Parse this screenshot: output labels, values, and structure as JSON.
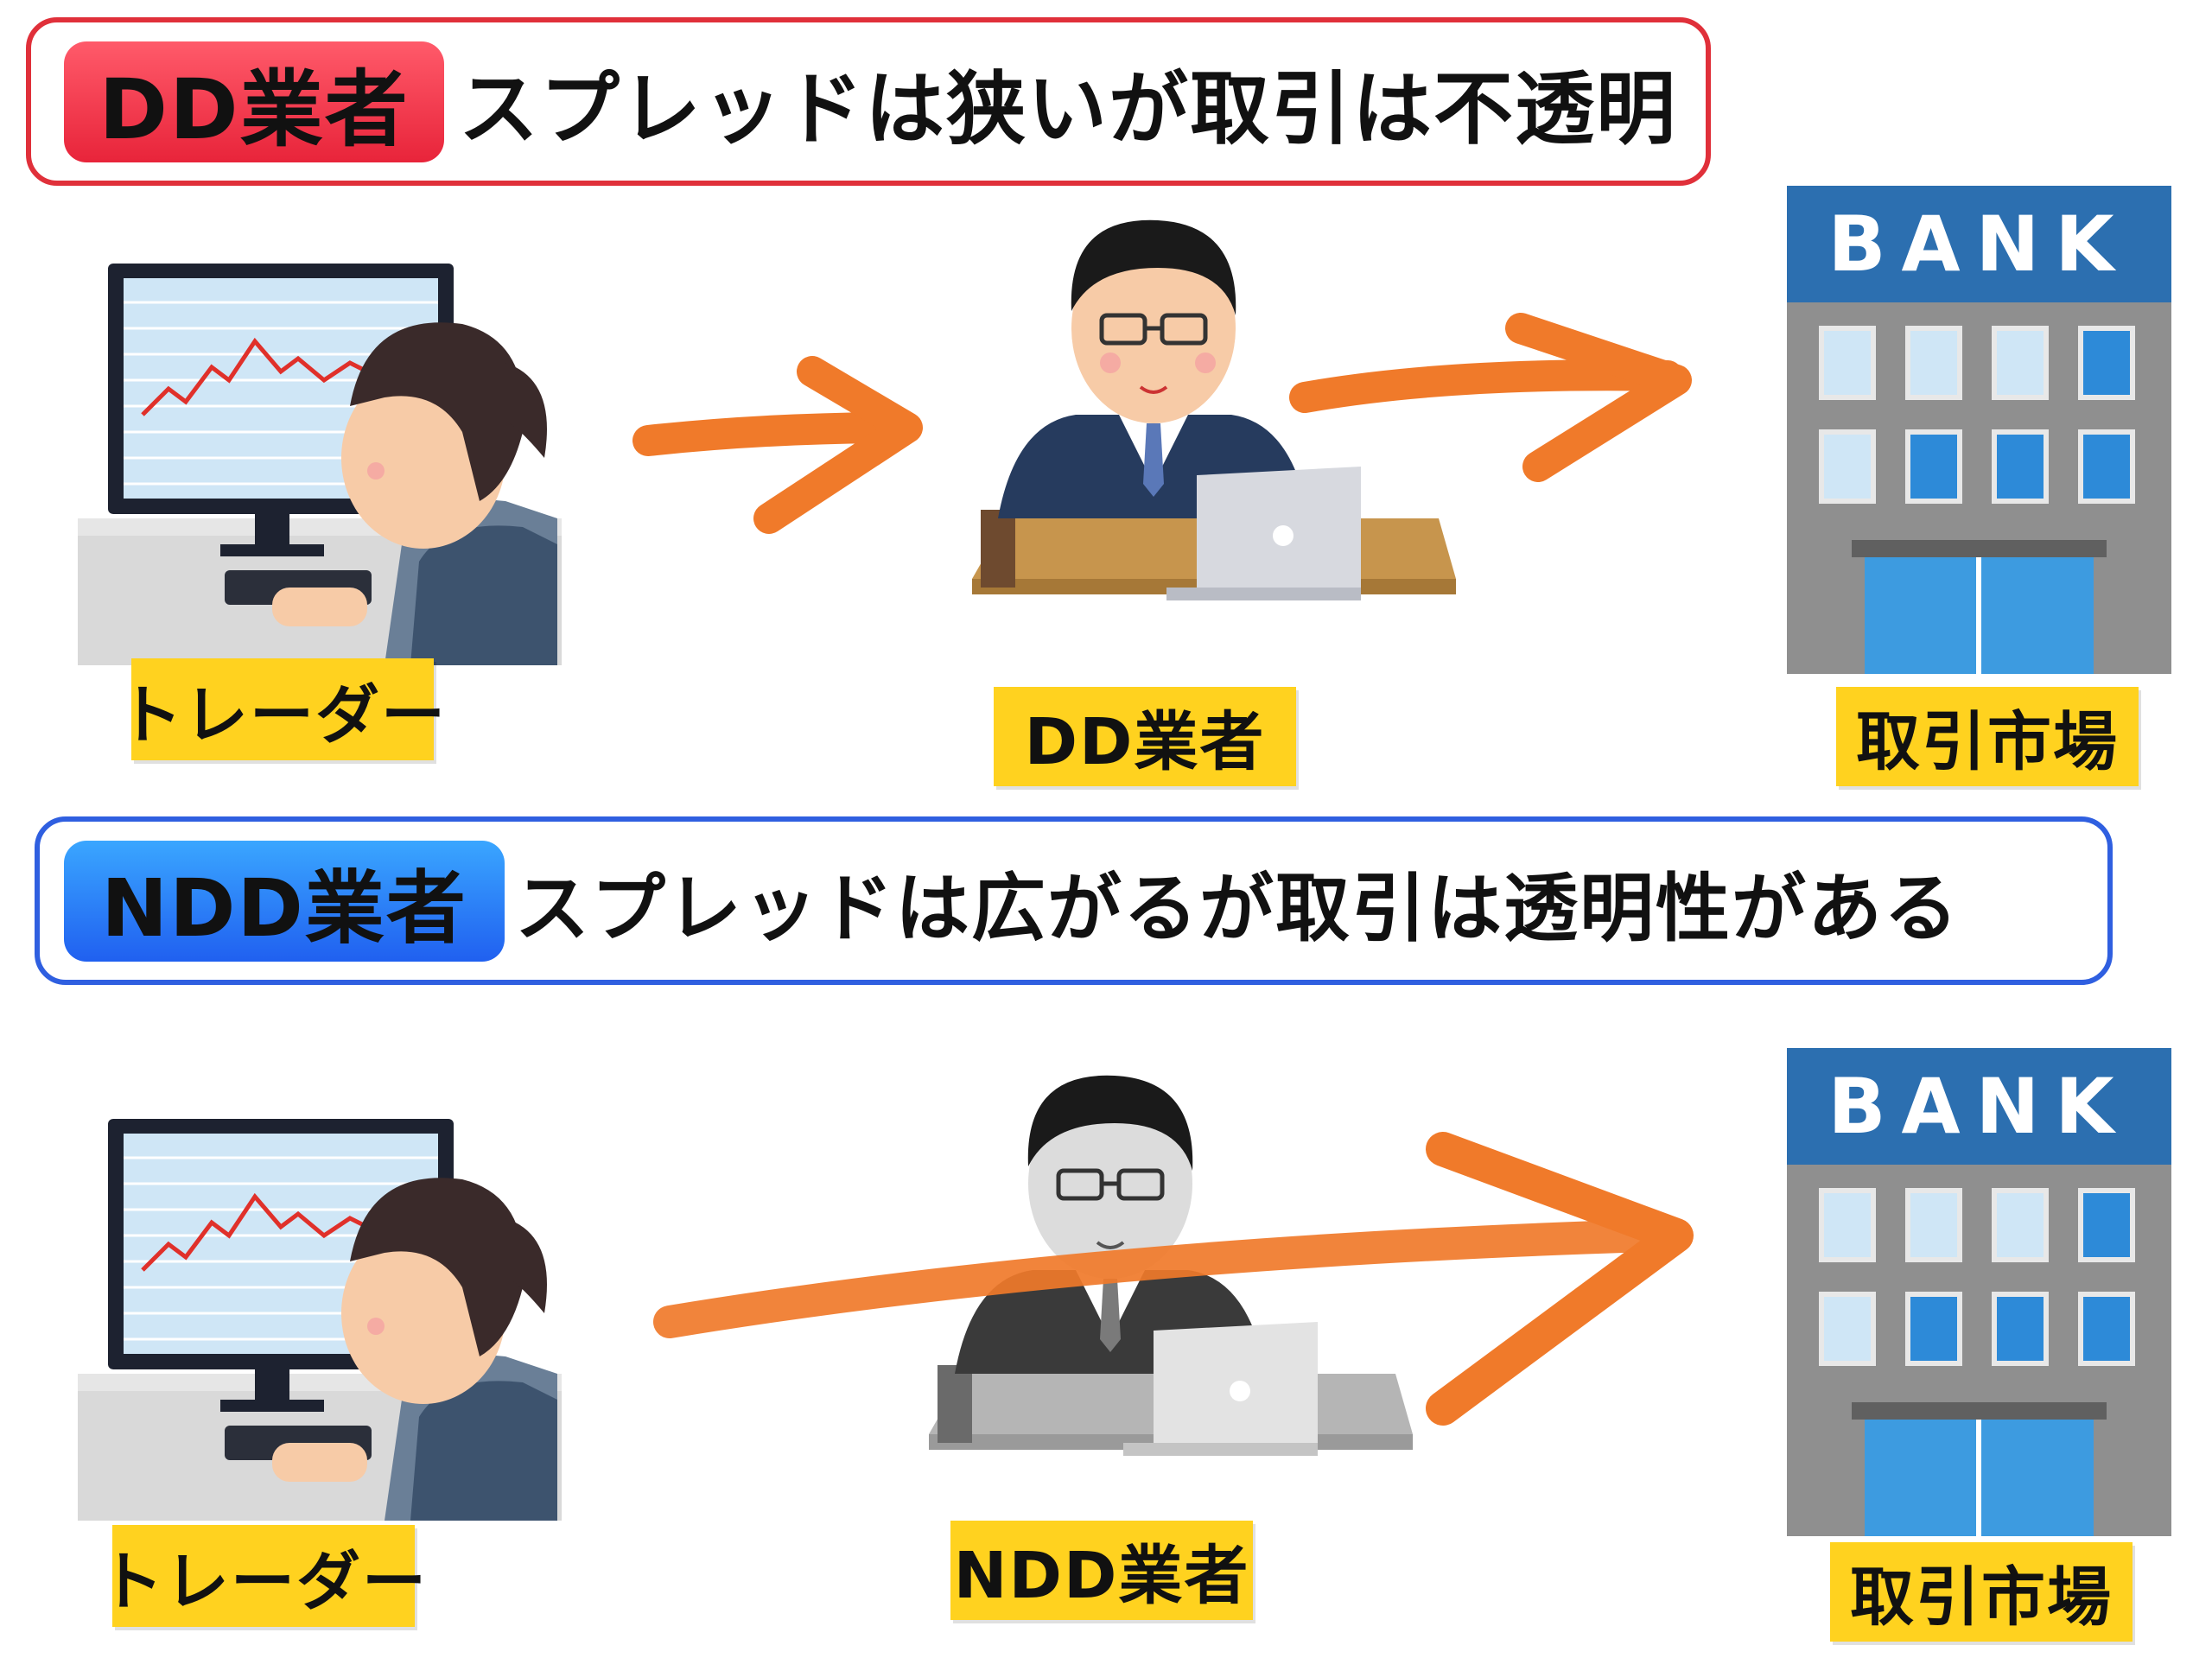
{
  "dd_section": {
    "badge": "DD業者",
    "headline": "スプレッドは狭いが取引は不透明",
    "labels": {
      "trader": "トレーダー",
      "dealer": "DD業者",
      "market": "取引市場"
    }
  },
  "ndd_section": {
    "badge": "NDD業者",
    "headline": "スプレッドは広がるが取引は透明性がある",
    "labels": {
      "trader": "トレーダー",
      "dealer": "NDD業者",
      "market": "取引市場"
    }
  },
  "bank_sign": "BANK",
  "colors": {
    "dd_border": "#e0303a",
    "ndd_border": "#2f5fe0",
    "arrow": "#f07a2a",
    "label_bg": "#ffd21f",
    "bank_blue": "#2c6fb0"
  },
  "icons": [
    "trader-at-monitor-icon",
    "businessman-with-laptop-icon",
    "bank-building-icon",
    "orange-arrow-icon"
  ]
}
